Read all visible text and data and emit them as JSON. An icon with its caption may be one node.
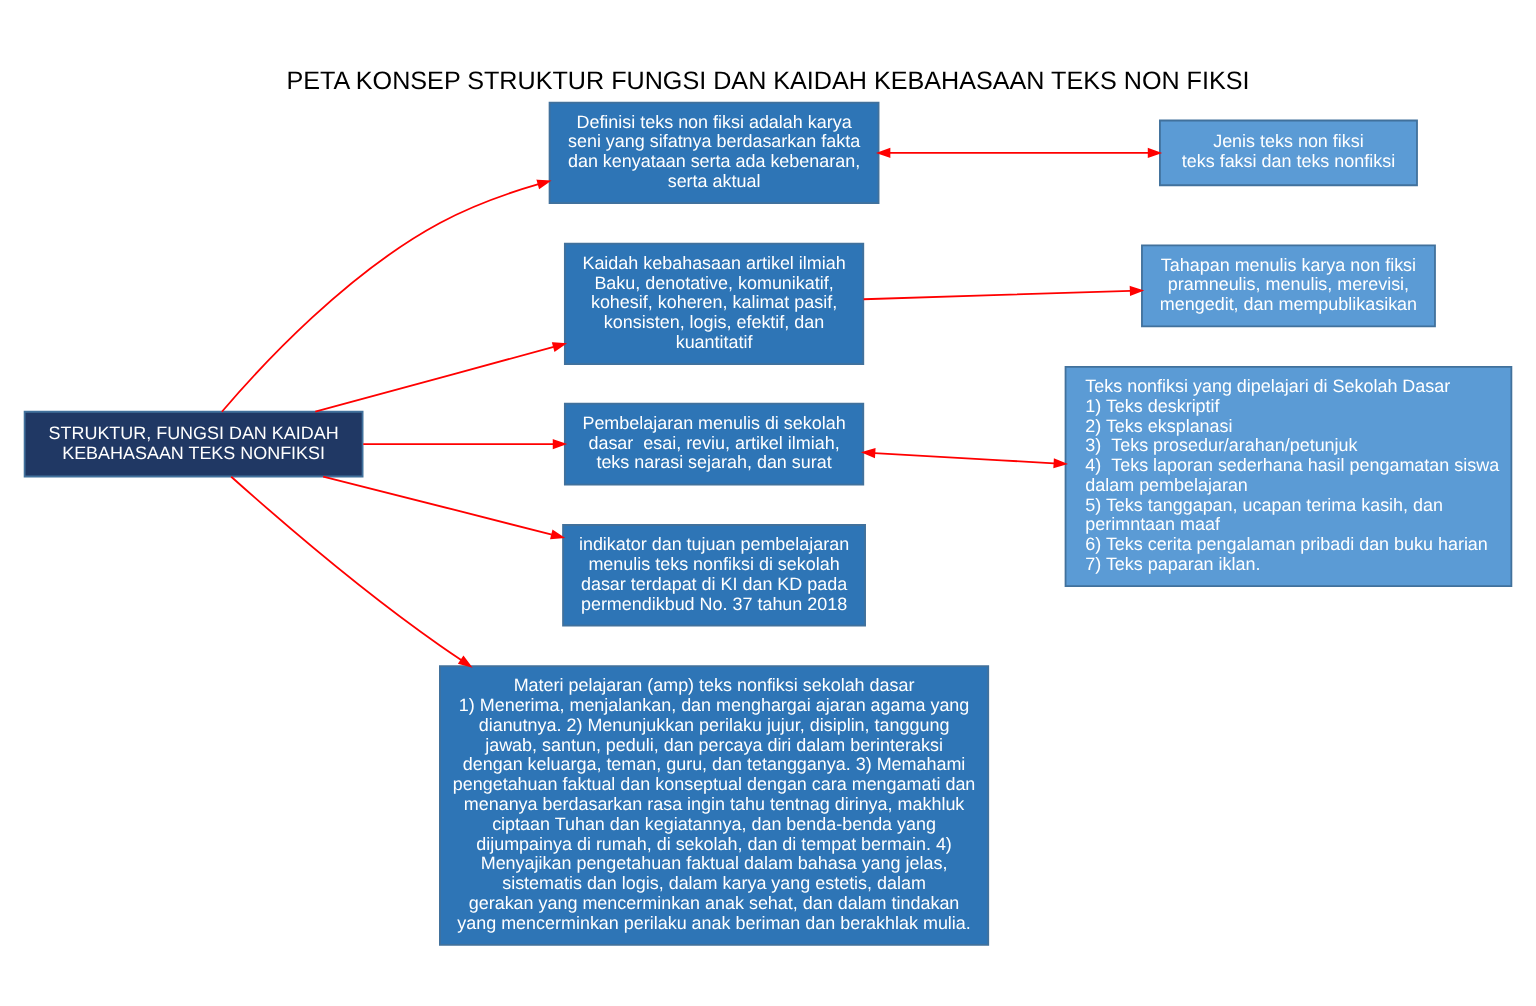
{
  "diagram": {
    "title": "PETA KONSEP STRUKTUR FUNGSI DAN KAIDAH KEBAHASAAN TEKS NON FIKSI",
    "nodes": [
      {
        "text": [
          "STRUKTUR, FUNGSI DAN KAIDAH KEBAHASAAN TEKS NONFIKSI"
        ]
      },
      {
        "text": [
          "Definisi teks non fiksi adalah karya seni yang sifatnya berdasarkan fakta dan kenyataan serta ada kebenaran, serta aktual"
        ]
      },
      {
        "text": [
          "Jenis teks non fiksi",
          "teks faksi dan teks nonfiksi"
        ]
      },
      {
        "text": [
          "Kaidah kebahasaan artikel ilmiah",
          "Baku, denotative, komunikatif, kohesif, koheren, kalimat pasif, konsisten, logis, efektif, dan kuantitatif"
        ]
      },
      {
        "text": [
          "Tahapan menulis karya non fiksi pramneulis, menulis, merevisi, mengedit, dan mempublikasikan"
        ]
      },
      {
        "text": [
          "Pembelajaran menulis di sekolah dasar  esai, reviu, artikel ilmiah, teks narasi sejarah, dan surat"
        ]
      },
      {
        "text": [
          "Teks nonfiksi yang dipelajari di Sekolah Dasar",
          "1) Teks deskriptif",
          "2) Teks eksplanasi",
          "3)  Teks prosedur/arahan/petunjuk",
          "4)  Teks laporan sederhana hasil pengamatan siswa dalam pembelajaran",
          "5) Teks tanggapan, ucapan terima kasih, dan perimntaan maaf",
          "6) Teks cerita pengalaman pribadi dan buku harian",
          "7) Teks paparan iklan."
        ]
      },
      {
        "text": [
          "indikator dan tujuan pembelajaran menulis teks nonfiksi di sekolah dasar terdapat di KI dan KD pada permendikbud No. 37 tahun 2018"
        ]
      },
      {
        "text": [
          "Materi pelajaran (amp) teks nonfiksi sekolah dasar",
          "1) Menerima, menjalankan, dan menghargai ajaran agama yang dianutnya. 2) Menunjukkan perilaku jujur, disiplin, tanggung jawab, santun, peduli, dan percaya diri dalam berinteraksi dengan keluarga, teman, guru, dan tetangganya. 3) Memahami pengetahuan faktual dan konseptual dengan cara mengamati dan menanya berdasarkan rasa ingin tahu tentnag dirinya, makhluk ciptaan Tuhan dan kegiatannya, dan benda-benda yang dijumpainya di rumah, di sekolah, dan di tempat bermain. 4) Menyajikan pengetahuan faktual dalam bahasa yang jelas, sistematis dan logis, dalam karya yang estetis, dalam gerakan yang mencerminkan anak sehat, dan dalam tindakan yang mencerminkan perilaku anak beriman dan berakhlak mulia."
        ]
      }
    ],
    "edges": [
      {
        "from": 0,
        "to": 1,
        "arrow": "to"
      },
      {
        "from": 1,
        "to": 2,
        "arrow": "both"
      },
      {
        "from": 0,
        "to": 3,
        "arrow": "to"
      },
      {
        "from": 3,
        "to": 4,
        "arrow": "to"
      },
      {
        "from": 0,
        "to": 5,
        "arrow": "to"
      },
      {
        "from": 5,
        "to": 6,
        "arrow": "both"
      },
      {
        "from": 0,
        "to": 7,
        "arrow": "to"
      },
      {
        "from": 0,
        "to": 8,
        "arrow": "to"
      }
    ]
  }
}
